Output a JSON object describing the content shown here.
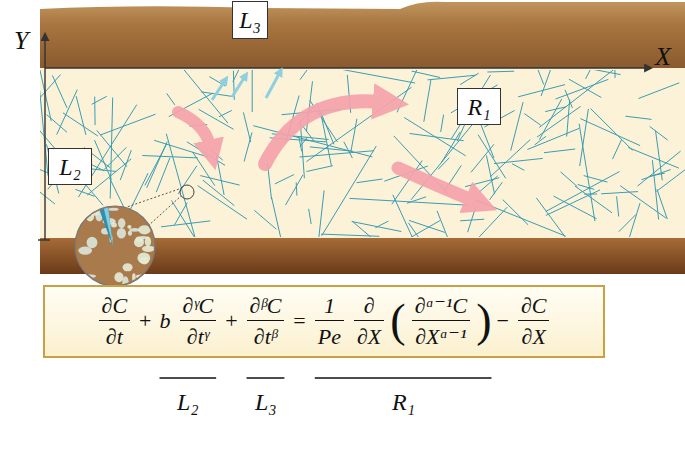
{
  "diagram": {
    "nodes": [
      {
        "text": [
          "L₃"
        ]
      },
      {
        "text": [
          "L₂"
        ]
      },
      {
        "text": [
          "R₁"
        ]
      },
      {
        "text": [
          "∂C",
          "∂t",
          "+",
          "b",
          "∂ᵞC",
          "∂tᵞ",
          "+",
          "∂ᵝC",
          "∂tᵝ",
          "=",
          "1",
          "Pe",
          "∂",
          "∂X",
          "(",
          "∂ᵅ⁻¹C",
          "∂Xᵅ⁻¹",
          ")",
          "−",
          "∂C",
          "∂X"
        ]
      }
    ],
    "labels": [
      "Y",
      "X",
      "L₂",
      "L₃",
      "R₁"
    ]
  }
}
